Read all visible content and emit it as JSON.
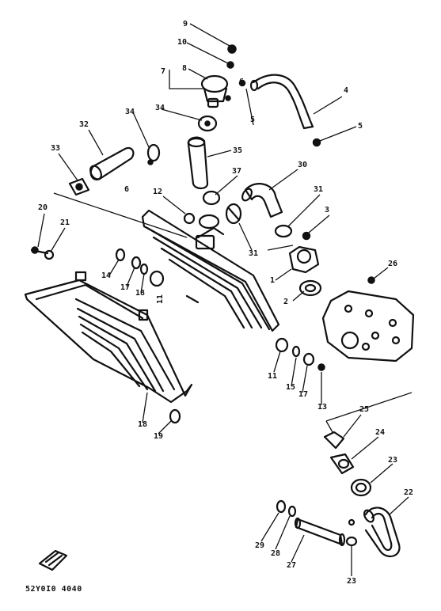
{
  "diagram": {
    "caption": "52Y0I0 4040",
    "callouts": [
      {
        "id": "c9",
        "label": "9"
      },
      {
        "id": "c10",
        "label": "10"
      },
      {
        "id": "c7",
        "label": "7"
      },
      {
        "id": "c8",
        "label": "8"
      },
      {
        "id": "c6top",
        "label": "6"
      },
      {
        "id": "c5a",
        "label": "5"
      },
      {
        "id": "c4",
        "label": "4"
      },
      {
        "id": "c5b",
        "label": "5"
      },
      {
        "id": "c34a",
        "label": "34"
      },
      {
        "id": "c34b",
        "label": "34"
      },
      {
        "id": "c32",
        "label": "32"
      },
      {
        "id": "c35",
        "label": "35"
      },
      {
        "id": "c33",
        "label": "33"
      },
      {
        "id": "c6",
        "label": "6"
      },
      {
        "id": "c30",
        "label": "30"
      },
      {
        "id": "c37",
        "label": "37"
      },
      {
        "id": "c12",
        "label": "12"
      },
      {
        "id": "c31a",
        "label": "31"
      },
      {
        "id": "c3",
        "label": "3"
      },
      {
        "id": "c20",
        "label": "20"
      },
      {
        "id": "c21",
        "label": "21"
      },
      {
        "id": "c31b",
        "label": "31"
      },
      {
        "id": "c26",
        "label": "26"
      },
      {
        "id": "c1",
        "label": "1"
      },
      {
        "id": "c14",
        "label": "14"
      },
      {
        "id": "c17a",
        "label": "17"
      },
      {
        "id": "c18a",
        "label": "18"
      },
      {
        "id": "c11a",
        "label": "11"
      },
      {
        "id": "c2",
        "label": "2"
      },
      {
        "id": "c11b",
        "label": "11"
      },
      {
        "id": "c15",
        "label": "15"
      },
      {
        "id": "c17b",
        "label": "17"
      },
      {
        "id": "c13",
        "label": "13"
      },
      {
        "id": "c25",
        "label": "25"
      },
      {
        "id": "c18b",
        "label": "18"
      },
      {
        "id": "c19",
        "label": "19"
      },
      {
        "id": "c24",
        "label": "24"
      },
      {
        "id": "c23a",
        "label": "23"
      },
      {
        "id": "c22",
        "label": "22"
      },
      {
        "id": "c29",
        "label": "29"
      },
      {
        "id": "c28",
        "label": "28"
      },
      {
        "id": "c27",
        "label": "27"
      },
      {
        "id": "c23b",
        "label": "23"
      }
    ]
  }
}
